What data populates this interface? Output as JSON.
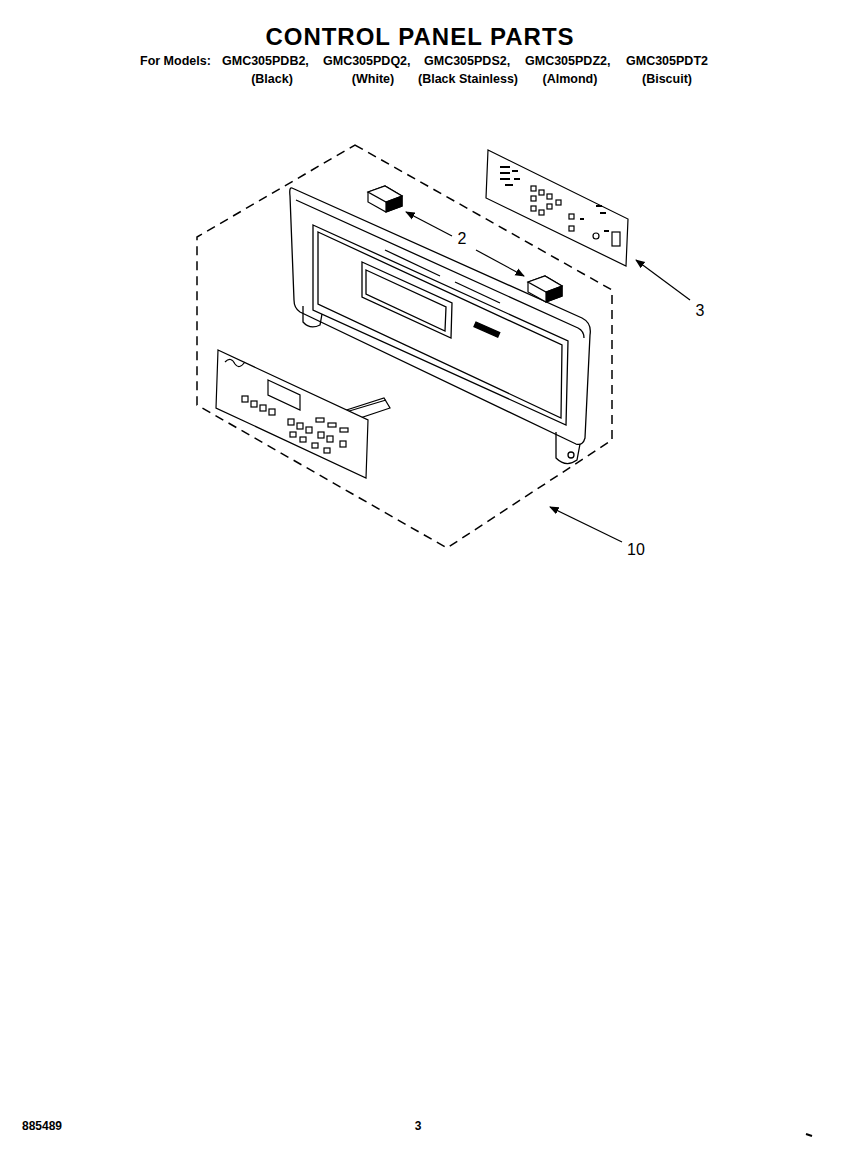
{
  "diagram": {
    "title": "CONTROL PANEL PARTS",
    "labels": [
      "For Models:",
      "GMC305PDB2,",
      "GMC305PDQ2,",
      "GMC305PDS2,",
      "GMC305PDZ2,",
      "GMC305PDT2",
      "(Black)",
      "(White)",
      "(Black Stainless)",
      "(Almond)",
      "(Biscuit)",
      "2",
      "3",
      "10",
      "885489",
      "3"
    ]
  }
}
